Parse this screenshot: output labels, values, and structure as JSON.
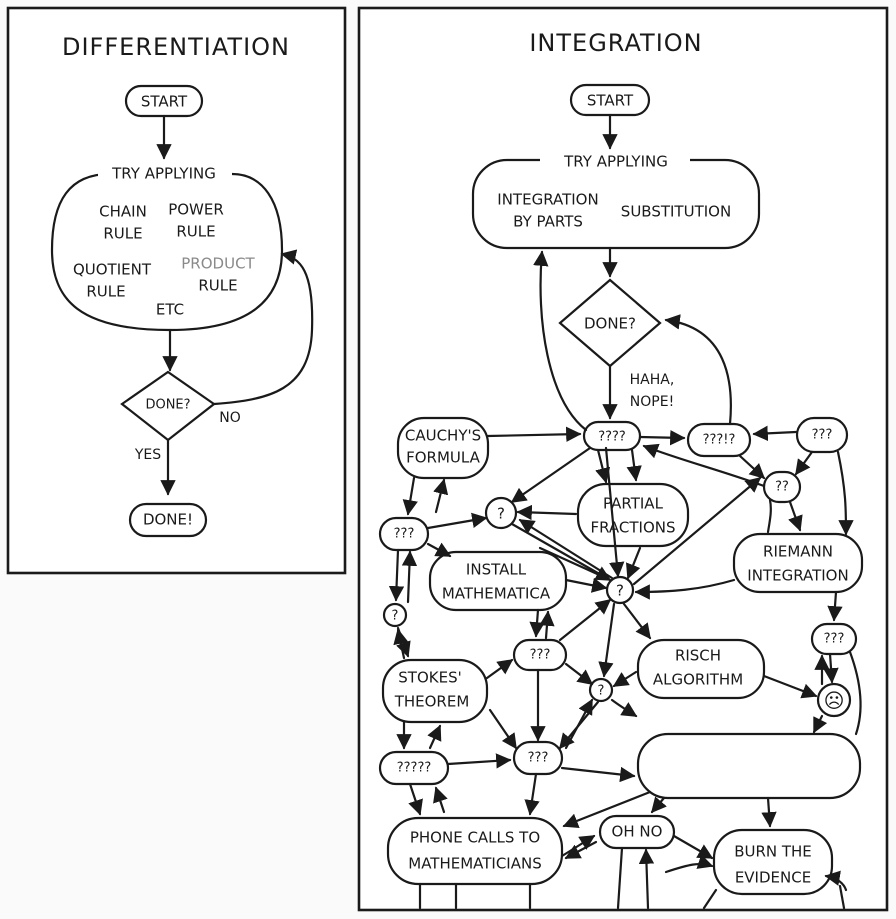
{
  "differentiation": {
    "title": "DIFFERENTIATION",
    "start": "START",
    "try_applying": "TRY APPLYING",
    "rules": {
      "chain_1": "CHAIN",
      "chain_2": "RULE",
      "power_1": "POWER",
      "power_2": "RULE",
      "quotient_1": "QUOTIENT",
      "quotient_2": "RULE",
      "product_1": "PRODUCT",
      "product_2": "RULE",
      "etc": "ETC"
    },
    "decision": "DONE?",
    "no": "NO",
    "yes": "YES",
    "end": "DONE!"
  },
  "integration": {
    "title": "INTEGRATION",
    "start": "START",
    "try_applying": "TRY APPLYING",
    "parts_1": "INTEGRATION",
    "parts_2": "BY PARTS",
    "substitution": "SUBSTITUTION",
    "decision": "DONE?",
    "haha_1": "HAHA,",
    "haha_2": "NOPE!",
    "q_center": "????",
    "q_right": "???!?",
    "q_top_right": "???",
    "q_double": "??",
    "cauchy_1": "CAUCHY'S",
    "cauchy_2": "FORMULA",
    "q_single": "?",
    "partial_1": "PARTIAL",
    "partial_2": "FRACTIONS",
    "q_left": "???",
    "install_1": "INSTALL",
    "install_2": "MATHEMATICA",
    "riemann_1": "RIEMANN",
    "riemann_2": "INTEGRATION",
    "q_mid": "?",
    "q_side": "?",
    "q_right_low": "???",
    "q_mid_left": "???",
    "risch_1": "RISCH",
    "risch_2": "ALGORITHM",
    "stokes_1": "STOKES'",
    "stokes_2": "THEOREM",
    "q_low": "?",
    "sad_face": "☹",
    "q_five": "?????",
    "q_bottom": "???",
    "phone_1": "PHONE CALLS TO",
    "phone_2": "MATHEMATICIANS",
    "oh_no": "OH NO",
    "burn_1": "BURN THE",
    "burn_2": "EVIDENCE"
  }
}
